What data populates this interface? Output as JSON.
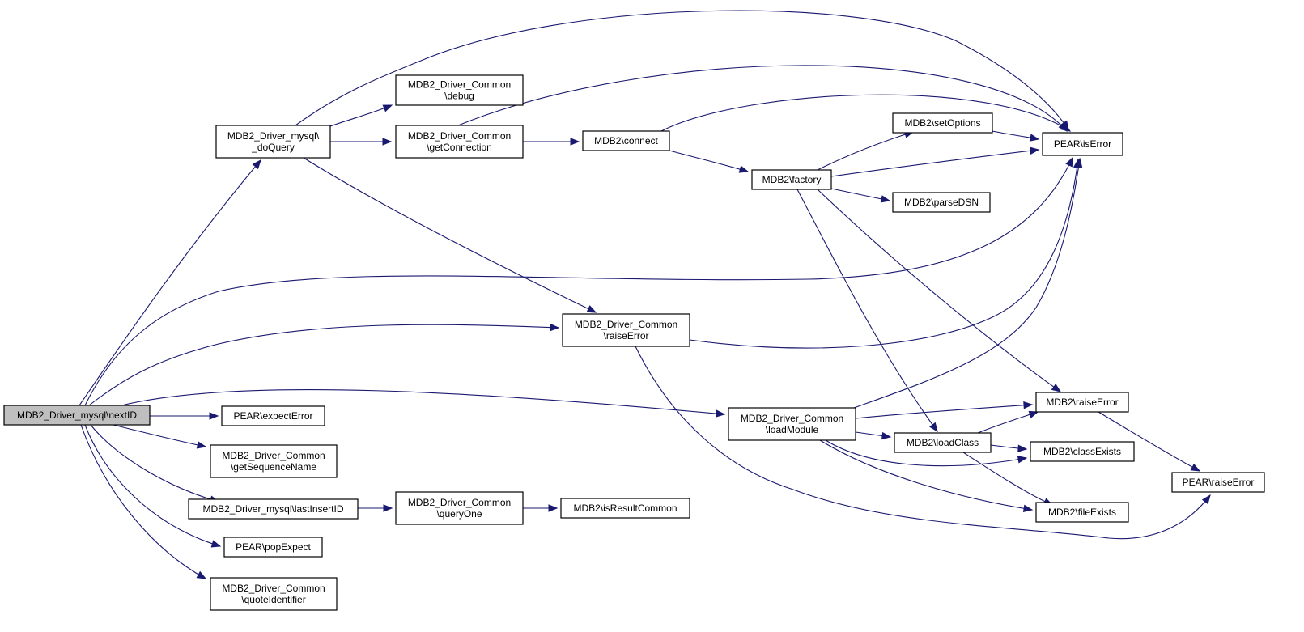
{
  "diagram": {
    "colors": {
      "edge": "#191970",
      "node_fill": "#ffffff",
      "root_fill": "#bfbfbf",
      "node_stroke": "#000000"
    },
    "nodes": {
      "nextID": {
        "lines": [
          "MDB2_Driver_mysql\\nextID"
        ],
        "root": true
      },
      "doQuery": {
        "lines": [
          "MDB2_Driver_mysql\\",
          "_doQuery"
        ]
      },
      "debug": {
        "lines": [
          "MDB2_Driver_Common",
          "\\debug"
        ]
      },
      "getConnection": {
        "lines": [
          "MDB2_Driver_Common",
          "\\getConnection"
        ]
      },
      "connect": {
        "lines": [
          "MDB2\\connect"
        ]
      },
      "factory": {
        "lines": [
          "MDB2\\factory"
        ]
      },
      "setOptions": {
        "lines": [
          "MDB2\\setOptions"
        ]
      },
      "parseDSN": {
        "lines": [
          "MDB2\\parseDSN"
        ]
      },
      "pearIsError": {
        "lines": [
          "PEAR\\isError"
        ]
      },
      "commonRaiseError": {
        "lines": [
          "MDB2_Driver_Common",
          "\\raiseError"
        ]
      },
      "loadModule": {
        "lines": [
          "MDB2_Driver_Common",
          "\\loadModule"
        ]
      },
      "loadClass": {
        "lines": [
          "MDB2\\loadClass"
        ]
      },
      "mdb2RaiseError": {
        "lines": [
          "MDB2\\raiseError"
        ]
      },
      "classExists": {
        "lines": [
          "MDB2\\classExists"
        ]
      },
      "fileExists": {
        "lines": [
          "MDB2\\fileExists"
        ]
      },
      "pearRaiseError": {
        "lines": [
          "PEAR\\raiseError"
        ]
      },
      "expectError": {
        "lines": [
          "PEAR\\expectError"
        ]
      },
      "getSequenceName": {
        "lines": [
          "MDB2_Driver_Common",
          "\\getSequenceName"
        ]
      },
      "lastInsertID": {
        "lines": [
          "MDB2_Driver_mysql\\lastInsertID"
        ]
      },
      "queryOne": {
        "lines": [
          "MDB2_Driver_Common",
          "\\queryOne"
        ]
      },
      "isResultCommon": {
        "lines": [
          "MDB2\\isResultCommon"
        ]
      },
      "popExpect": {
        "lines": [
          "PEAR\\popExpect"
        ]
      },
      "quoteIdentifier": {
        "lines": [
          "MDB2_Driver_Common",
          "\\quoteIdentifier"
        ]
      }
    },
    "edges": [
      [
        "nextID",
        "doQuery"
      ],
      [
        "nextID",
        "pearIsError"
      ],
      [
        "nextID",
        "commonRaiseError"
      ],
      [
        "nextID",
        "loadModule"
      ],
      [
        "nextID",
        "expectError"
      ],
      [
        "nextID",
        "getSequenceName"
      ],
      [
        "nextID",
        "lastInsertID"
      ],
      [
        "nextID",
        "popExpect"
      ],
      [
        "nextID",
        "quoteIdentifier"
      ],
      [
        "doQuery",
        "debug"
      ],
      [
        "doQuery",
        "getConnection"
      ],
      [
        "doQuery",
        "pearIsError"
      ],
      [
        "doQuery",
        "commonRaiseError"
      ],
      [
        "getConnection",
        "connect"
      ],
      [
        "getConnection",
        "pearIsError"
      ],
      [
        "connect",
        "factory"
      ],
      [
        "connect",
        "pearIsError"
      ],
      [
        "factory",
        "setOptions"
      ],
      [
        "factory",
        "pearIsError"
      ],
      [
        "factory",
        "parseDSN"
      ],
      [
        "factory",
        "loadClass"
      ],
      [
        "factory",
        "mdb2RaiseError"
      ],
      [
        "setOptions",
        "pearIsError"
      ],
      [
        "commonRaiseError",
        "pearIsError"
      ],
      [
        "commonRaiseError",
        "pearRaiseError"
      ],
      [
        "loadModule",
        "pearIsError"
      ],
      [
        "loadModule",
        "mdb2RaiseError"
      ],
      [
        "loadModule",
        "loadClass"
      ],
      [
        "loadModule",
        "classExists"
      ],
      [
        "loadModule",
        "fileExists"
      ],
      [
        "loadClass",
        "mdb2RaiseError"
      ],
      [
        "loadClass",
        "classExists"
      ],
      [
        "loadClass",
        "fileExists"
      ],
      [
        "mdb2RaiseError",
        "pearRaiseError"
      ],
      [
        "lastInsertID",
        "queryOne"
      ],
      [
        "queryOne",
        "isResultCommon"
      ]
    ]
  }
}
